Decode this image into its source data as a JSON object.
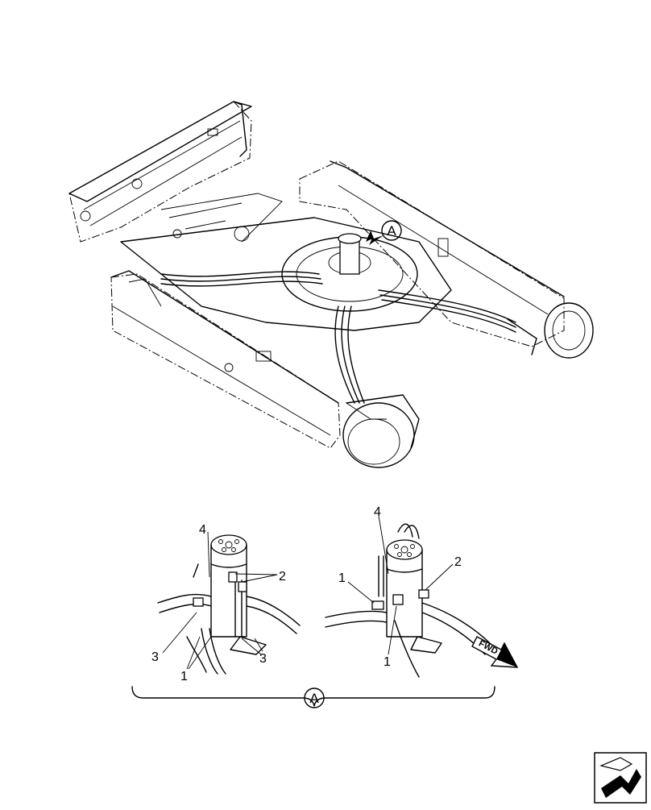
{
  "callouts": {
    "detail_marker": "A",
    "detail_label": "A",
    "fwd": "FWD",
    "left_view": [
      "4",
      "2",
      "3",
      "3",
      "1"
    ],
    "right_view": [
      "4",
      "1",
      "2",
      "1"
    ]
  },
  "icons": {
    "nav_corner": "next-page-arrow-icon"
  }
}
